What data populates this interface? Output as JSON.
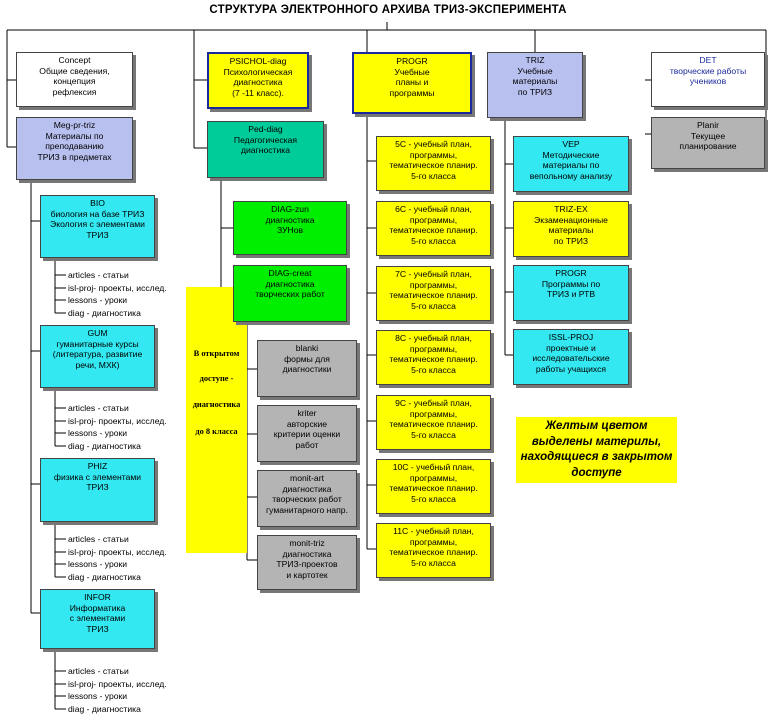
{
  "title": "СТРУКТУРА ЭЛЕКТРОННОГО АРХИВА ТРИЗ-ЭКСПЕРИМЕНТА",
  "colors": {
    "yellow": "#ffff00",
    "lavender": "#b8c0f0",
    "teal": "#00cc99",
    "green": "#00ee00",
    "cyan": "#33e8f0",
    "grey": "#b4b4b4"
  },
  "top": {
    "concept": {
      "code": "Concept",
      "lines": [
        "Общие сведения,",
        "концепция",
        "рефлексия"
      ]
    },
    "psichol": {
      "code": "PSICHOL-diag",
      "lines": [
        "Психологическая",
        "диагностика",
        "(7 -11 класс)."
      ]
    },
    "progr": {
      "code": "PROGR",
      "lines": [
        "Учебные",
        "планы и",
        "программы"
      ]
    },
    "triz": {
      "code": "TRIZ",
      "lines": [
        "Учебные",
        "материалы",
        "по ТРИЗ"
      ]
    },
    "det": {
      "code": "DET",
      "lines": [
        "творческие работы",
        "учеников"
      ]
    }
  },
  "megpr": {
    "code": "Meg-pr-triz",
    "lines": [
      "Материалы по",
      "преподаванию",
      "ТРИЗ в предметах"
    ]
  },
  "subjects": [
    {
      "code": "BIO",
      "lines": [
        "биология на базе ТРИЗ",
        "Экология с элементами",
        "ТРИЗ"
      ]
    },
    {
      "code": "GUM",
      "lines": [
        "гуманитарные курсы",
        "(литература, развитие",
        "речи, МХК)"
      ]
    },
    {
      "code": "PHIZ",
      "lines": [
        "физика с элементами",
        "ТРИЗ"
      ]
    },
    {
      "code": "INFOR",
      "lines": [
        "Информатика",
        "с элементами",
        "ТРИЗ"
      ]
    }
  ],
  "subject_items": [
    "articles - статьи",
    "isl-proj- проекты, исслед.",
    "lessons - уроки",
    "diag - диагностика"
  ],
  "peddiag": {
    "code": "Ped-diag",
    "lines": [
      "Педагогическая",
      "диагностика"
    ]
  },
  "diagzun": {
    "code": "DIAG-zun",
    "lines": [
      "диагностика",
      "ЗУНов"
    ]
  },
  "diagcreat": {
    "code": "DIAG-creat",
    "lines": [
      "диагностика",
      "творческих работ"
    ]
  },
  "open_access": [
    "В открытом",
    "доступе -",
    "диагностика",
    "до 8 класса"
  ],
  "grey_boxes": [
    {
      "code": "blanki",
      "lines": [
        "формы для",
        "диагностики"
      ]
    },
    {
      "code": "kriter",
      "lines": [
        "авторские",
        "критерии оценки",
        "работ"
      ]
    },
    {
      "code": "monit-art",
      "lines": [
        "диагностика",
        "творческих работ",
        "гуманитарного напр."
      ]
    },
    {
      "code": "monit-triz",
      "lines": [
        "диагностика",
        "ТРИЗ-проектов",
        "и картотек"
      ]
    }
  ],
  "grades": [
    {
      "code": "5С",
      "label": "5С - учебный план,",
      "lines": [
        "программы,",
        "тематическое планир.",
        "5-го класса"
      ]
    },
    {
      "code": "6С",
      "label": "6С - учебный план,",
      "lines": [
        "программы,",
        "тематическое планир.",
        "5-го класса"
      ]
    },
    {
      "code": "7С",
      "label": "7С - учебный план,",
      "lines": [
        "программы,",
        "тематическое планир.",
        "5-го класса"
      ]
    },
    {
      "code": "8С",
      "label": "8С - учебный план,",
      "lines": [
        "программы,",
        "тематическое планир.",
        "5-го класса"
      ]
    },
    {
      "code": "9С",
      "label": "9С - учебный план,",
      "lines": [
        "программы,",
        "тематическое планир.",
        "5-го класса"
      ]
    },
    {
      "code": "10С",
      "label": "10С - учебный план,",
      "lines": [
        "программы,",
        "тематическое планир.",
        "5-го класса"
      ]
    },
    {
      "code": "11С",
      "label": "11С - учебный план,",
      "lines": [
        "программы,",
        "тематическое планир.",
        "5-го класса"
      ]
    }
  ],
  "triz_items": [
    {
      "code": "VEP",
      "lines": [
        "Методические",
        "материалы по",
        "вепольному анализу"
      ]
    },
    {
      "code": "TRIZ-EX",
      "lines": [
        "Экзаменационные",
        "материалы",
        "по ТРИЗ"
      ]
    },
    {
      "code": "PROGR",
      "lines": [
        "Программы по",
        "ТРИЗ и РТВ"
      ]
    },
    {
      "code": "ISSL-PROJ",
      "lines": [
        "проектные и",
        "исследовательские",
        "работы учащихся"
      ]
    }
  ],
  "planir": {
    "code": "Planir",
    "lines": [
      "Текущее",
      "планирование"
    ]
  },
  "notice": [
    "Желтым цветом",
    "выделены материлы,",
    "находящиеся в закрытом",
    "доступе"
  ]
}
